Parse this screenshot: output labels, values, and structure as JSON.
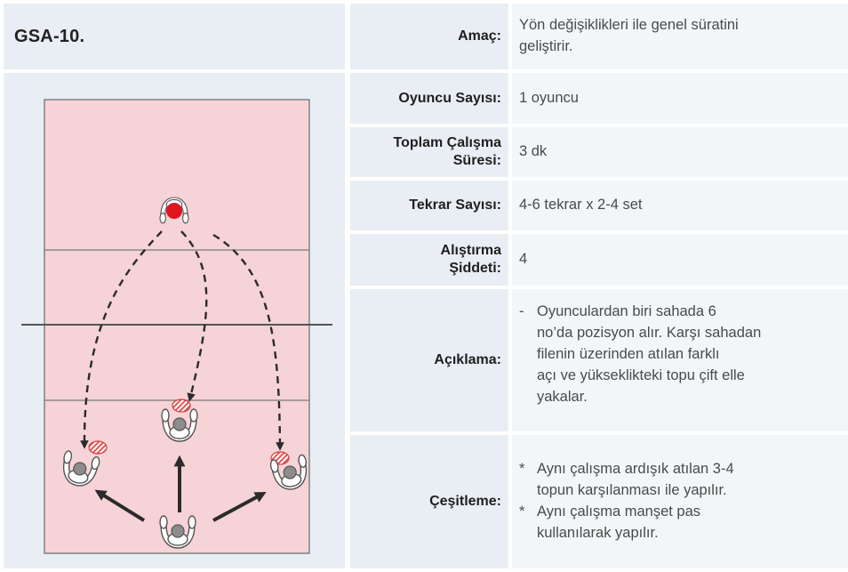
{
  "code": "GSA-10.",
  "rows": {
    "amac": {
      "label": "Amaç:",
      "value_lines": [
        "Yön değişiklikleri ile genel süratini",
        "geliştirir."
      ]
    },
    "oyuncu": {
      "label": "Oyuncu Sayısı:",
      "value": "1 oyuncu"
    },
    "toplam": {
      "label_lines": [
        "Toplam Çalışma",
        "Süresi:"
      ],
      "value": "3 dk"
    },
    "tekrar": {
      "label": "Tekrar Sayısı:",
      "value": "4-6 tekrar x 2-4 set"
    },
    "alistirma": {
      "label_lines": [
        "Alıştırma",
        "Şiddeti:"
      ],
      "value": "4"
    },
    "aciklama": {
      "label": "Açıklama:",
      "bullet": "-",
      "value_lines": [
        "Oyunculardan biri sahada 6",
        "no’da pozisyon alır. Karşı sahadan",
        "filenin üzerinden atılan farklı",
        "açı ve yükseklikteki topu çift elle",
        "yakalar."
      ]
    },
    "cesitleme": {
      "label": "Çeşitleme:",
      "bullet": "*",
      "items": [
        {
          "lines": [
            "Aynı çalışma ardışık atılan 3-4",
            "topun karşılanması ile yapılır."
          ]
        },
        {
          "lines": [
            "Aynı çalışma manşet pas",
            "kullanılarak yapılır."
          ]
        }
      ]
    }
  },
  "colors": {
    "court": "#f6d3d6",
    "court_line": "#7a7a7a",
    "ball_red": "#e0141e",
    "ball_stripe": "#e45555",
    "arrow": "#2b2b2b"
  },
  "icons": [
    "volleyball-player-icon",
    "ball-icon",
    "striped-ball-icon"
  ]
}
